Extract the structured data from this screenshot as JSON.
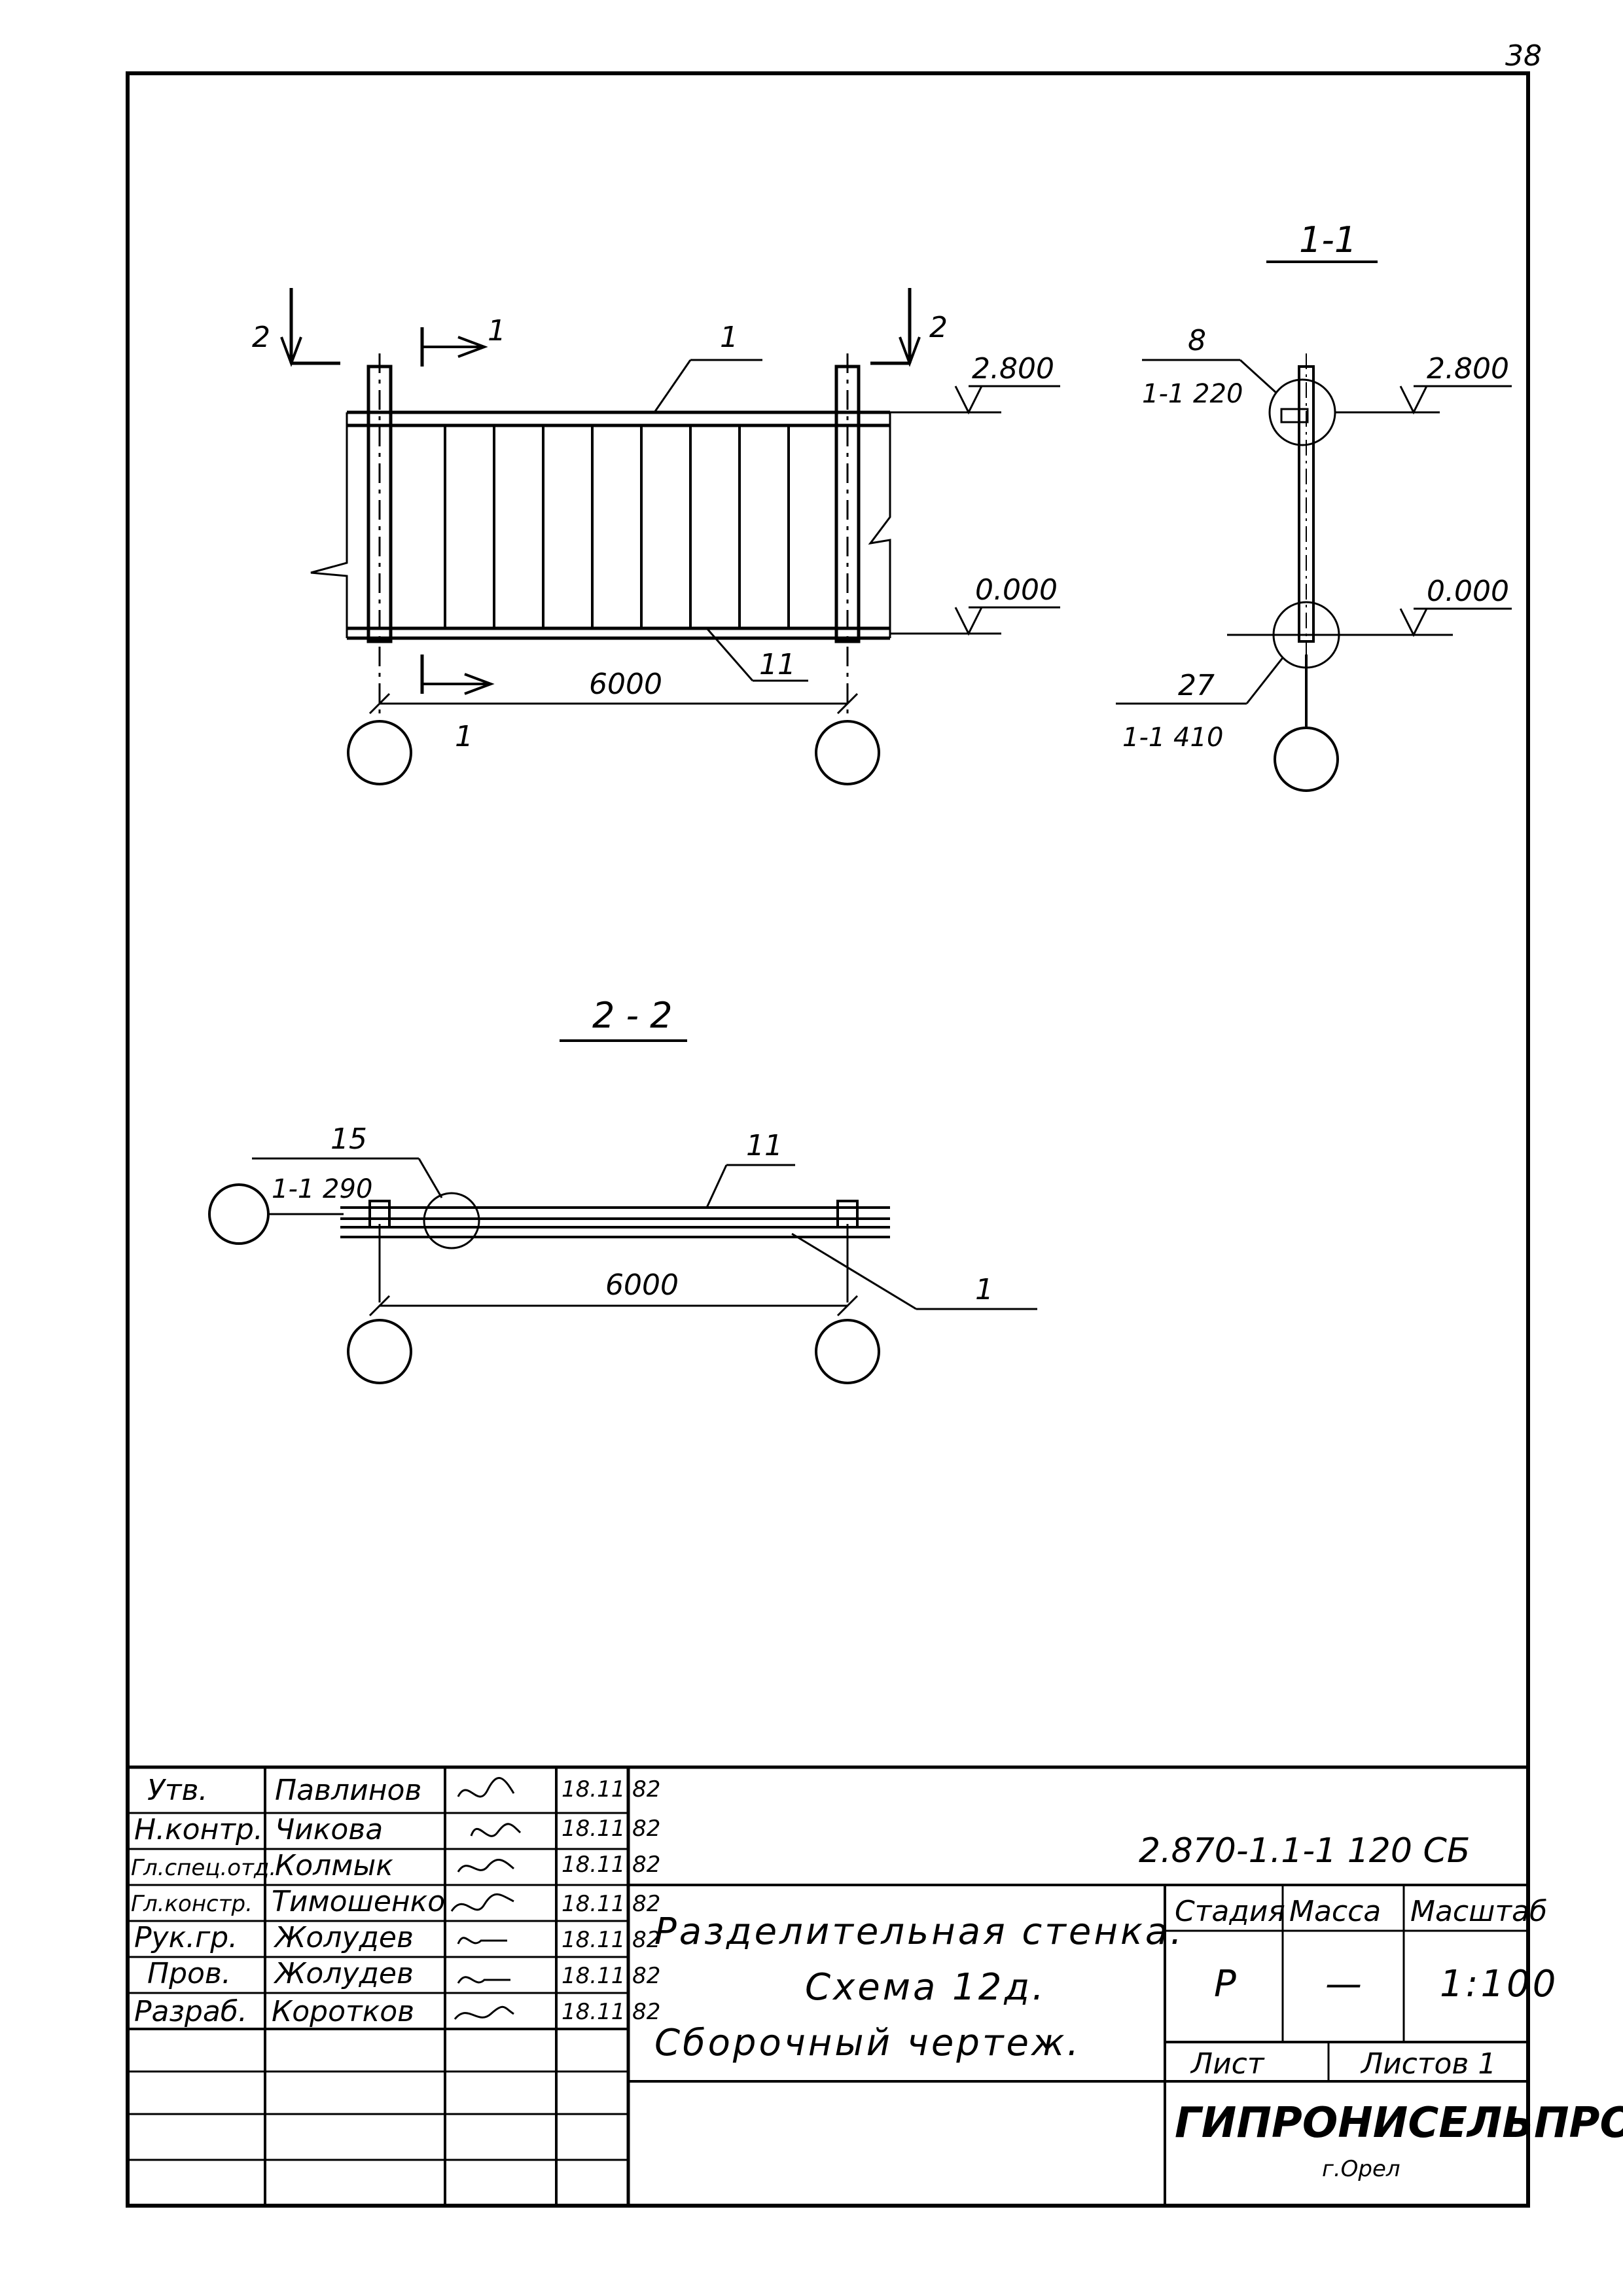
{
  "sheet_number": "38",
  "view_main": {
    "cut_mark_2": "2",
    "cut_mark_1": "1",
    "position_1": "1",
    "position_11": "11",
    "level_top": "2.800",
    "level_bottom": "0.000",
    "dimension": "6000"
  },
  "view_1_1": {
    "title": "1-1",
    "node_top_number": "8",
    "node_top_ref": "1-1  220",
    "node_bottom_number": "27",
    "node_bottom_ref": "1-1  410",
    "level_top": "2.800",
    "level_bottom": "0.000"
  },
  "view_2_2": {
    "title": "2 - 2",
    "node_number": "15",
    "node_ref": "1-1  290",
    "position_11": "11",
    "position_1": "1",
    "dimension": "6000"
  },
  "title_block": {
    "signatures": [
      {
        "role": "Утв.",
        "name": "Павлинов",
        "date": "18.11.82"
      },
      {
        "role": "Н.контр.",
        "name": "Чикова",
        "date": "18.11.82"
      },
      {
        "role": "Гл.спец.отд.",
        "name": "Колмык",
        "date": "18.11.82"
      },
      {
        "role": "Гл.констр.",
        "name": "Тимошенко",
        "date": "18.11.82"
      },
      {
        "role": "Рук.гр.",
        "name": "Жолудев",
        "date": "18.11.82"
      },
      {
        "role": "Пров.",
        "name": "Жолудев",
        "date": "18.11.82"
      },
      {
        "role": "Разраб.",
        "name": "Коротков",
        "date": "18.11.82"
      }
    ],
    "document_code": "2.870-1.1-1  120 СБ",
    "title_line1": "Разделительная стенка.",
    "title_line2": "Схема 12д.",
    "title_line3": "Сборочный  чертеж.",
    "stage_header": "Стадия",
    "mass_header": "Масса",
    "scale_header": "Масштаб",
    "stage_value": "Р",
    "mass_value": "—",
    "scale_value": "1:100",
    "sheet_label": "Лист",
    "sheets_label": "Листов 1",
    "organization": "ГИПРОНИСЕЛЬПРОМ",
    "city": "г.Орел"
  }
}
